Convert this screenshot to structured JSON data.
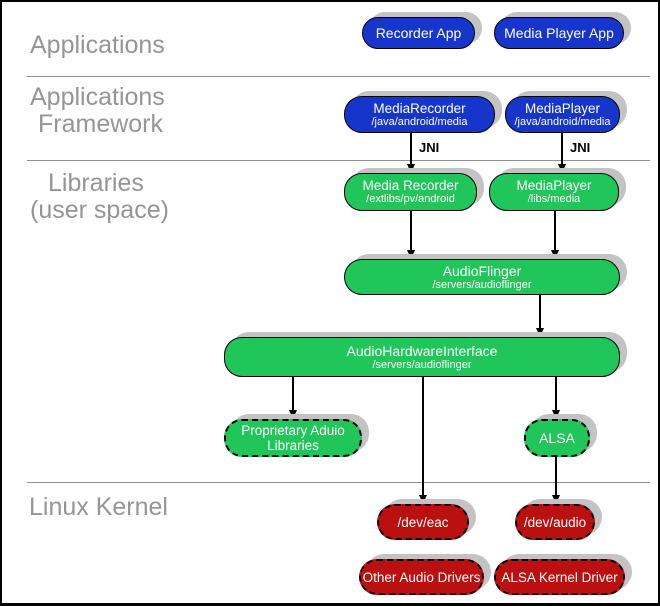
{
  "sections": {
    "applications": {
      "line1": "Applications"
    },
    "framework": {
      "line1": "Applications",
      "line2": "Framework"
    },
    "libraries": {
      "line1": "Libraries",
      "line2": "(user space)"
    },
    "kernel": {
      "line1": "Linux Kernel"
    }
  },
  "nodes": {
    "recorder_app": {
      "title": "Recorder App"
    },
    "media_player_app": {
      "title": "Media Player App"
    },
    "media_recorder_fw": {
      "title": "MediaRecorder",
      "subtitle": "/java/android/media"
    },
    "media_player_fw": {
      "title": "MediaPlayer",
      "subtitle": "/java/android/media"
    },
    "media_recorder_lib": {
      "title": "Media Recorder",
      "subtitle": "/extlibs/pv/android"
    },
    "media_player_lib": {
      "title": "MediaPlayer",
      "subtitle": "/libs/media"
    },
    "audio_flinger": {
      "title": "AudioFlinger",
      "subtitle": "/servers/audioflinger"
    },
    "audio_hardware_interface": {
      "title": "AudioHardwareInterface",
      "subtitle": "/servers/audioflinger"
    },
    "proprietary_audio_libraries": {
      "title": "Proprietary Aduio Libraries"
    },
    "alsa": {
      "title": "ALSA"
    },
    "dev_eac": {
      "title": "/dev/eac"
    },
    "dev_audio": {
      "title": "/dev/audio"
    },
    "other_audio_drivers": {
      "title": "Other Audio Drivers"
    },
    "alsa_kernel_driver": {
      "title": "ALSA Kernel Driver"
    }
  },
  "connectors": {
    "jni_left": {
      "label": "JNI"
    },
    "jni_right": {
      "label": "JNI"
    }
  },
  "colors": {
    "app_node": "#1535cb",
    "library_node": "#21c65a",
    "kernel_node": "#bb1010",
    "shadow": "#c3c3c3",
    "section_label": "#959595",
    "divider": "#8f8f8f"
  }
}
